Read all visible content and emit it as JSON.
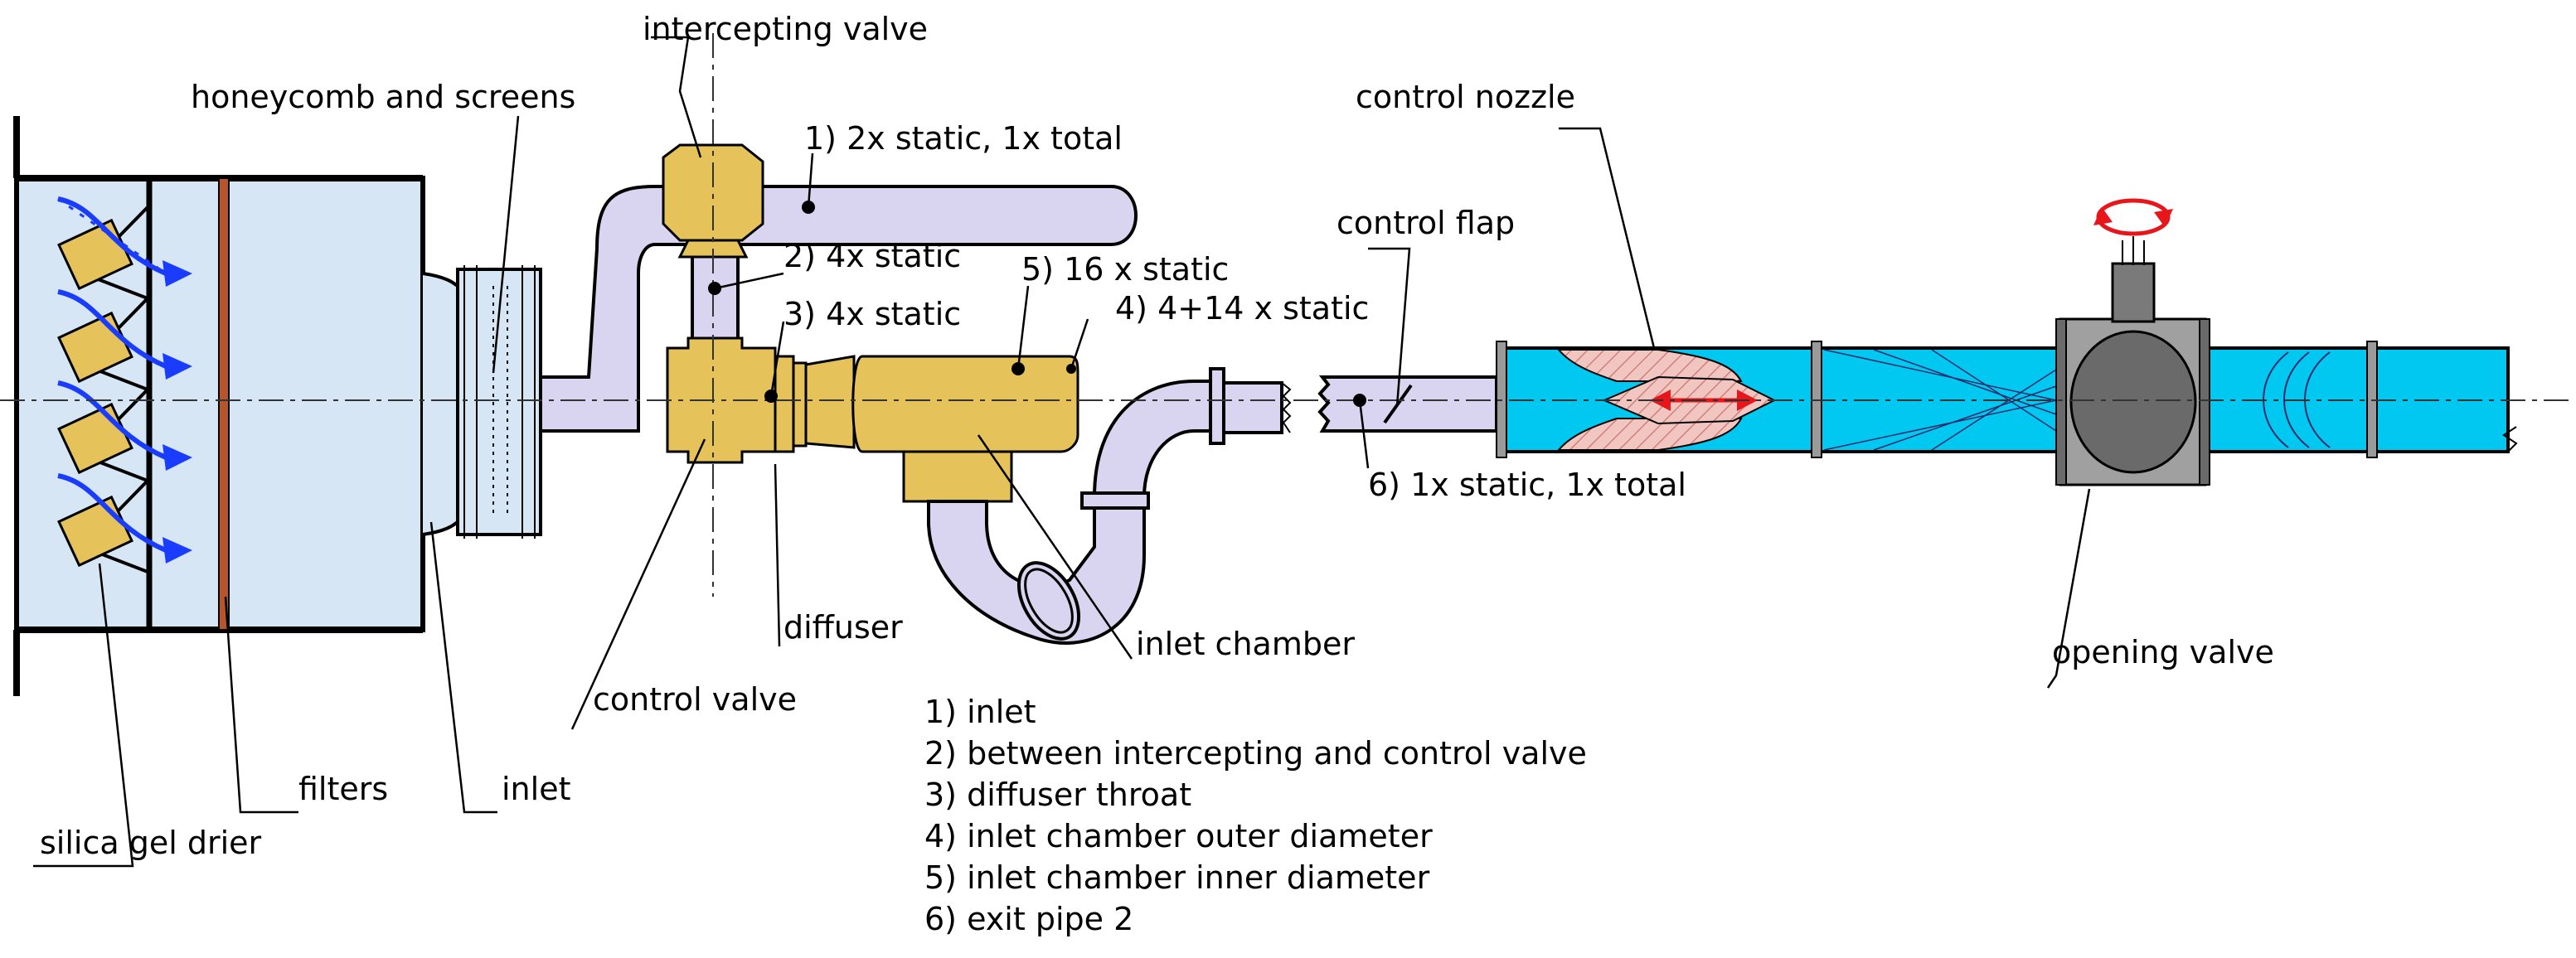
{
  "labels": {
    "intercepting_valve": "intercepting valve",
    "honeycomb": "honeycomb and screens",
    "tap1": "1) 2x static, 1x total",
    "tap2": "2) 4x static",
    "tap3": "3) 4x static",
    "tap5": "5) 16 x static",
    "tap4": "4) 4+14 x static",
    "control_nozzle": "control nozzle",
    "control_flap": "control flap",
    "tap6": "6) 1x static, 1x total",
    "diffuser": "diffuser",
    "inlet_chamber": "inlet chamber",
    "control_valve": "control valve",
    "opening_valve": "opening valve",
    "filters": "filters",
    "inlet": "inlet",
    "silica": "silica gel drier"
  },
  "legend": [
    "1) inlet",
    "2) between intercepting and control valve",
    "3) diffuser throat",
    "4) inlet chamber outer diameter",
    "5) inlet chamber inner diameter",
    "6) exit pipe 2"
  ],
  "colors": {
    "settling_chamber": "#d6e6f5",
    "pipe": "#d9d4ef",
    "valve": "#e6c25a",
    "exit_pipe": "#00c8f0",
    "nozzle_hatch": "#f2c6c0",
    "actuator_arrow": "#e8151b",
    "flow_arrow": "#1a3cff",
    "opening_valve_body": "#a0a0a0"
  }
}
